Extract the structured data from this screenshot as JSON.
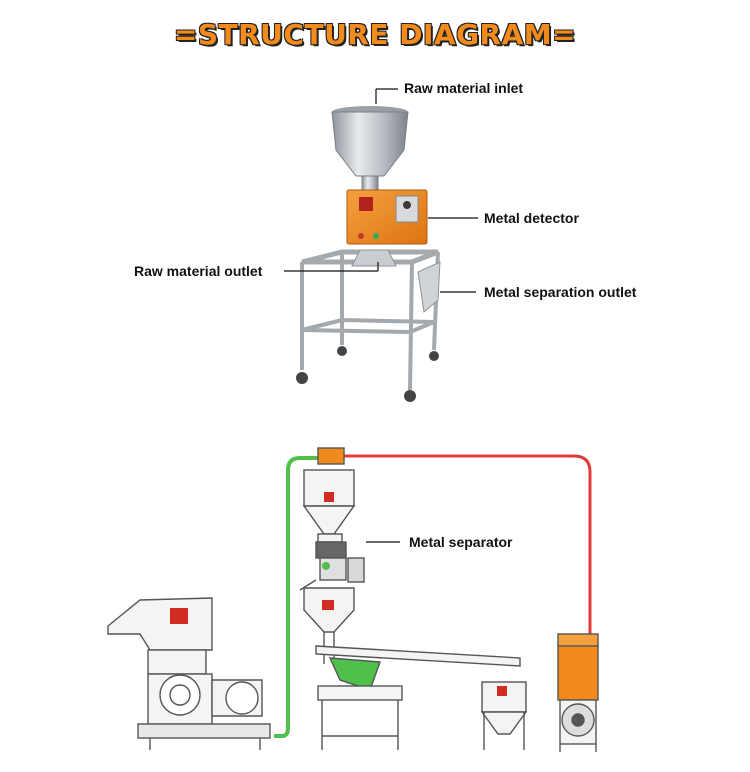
{
  "title": "=STRUCTURE DIAGRAM=",
  "labels": {
    "raw_material_inlet": "Raw material inlet",
    "metal_detector": "Metal detector",
    "raw_material_outlet": "Raw material outlet",
    "metal_separation_outlet": "Metal separation outlet",
    "metal_separator": "Metal separator"
  },
  "colors": {
    "title": "#f28a1c",
    "machine_orange": "#f08a1d",
    "pipe_green": "#4fc04a",
    "pipe_red": "#e23a3a",
    "steel": "#b9bec4"
  }
}
